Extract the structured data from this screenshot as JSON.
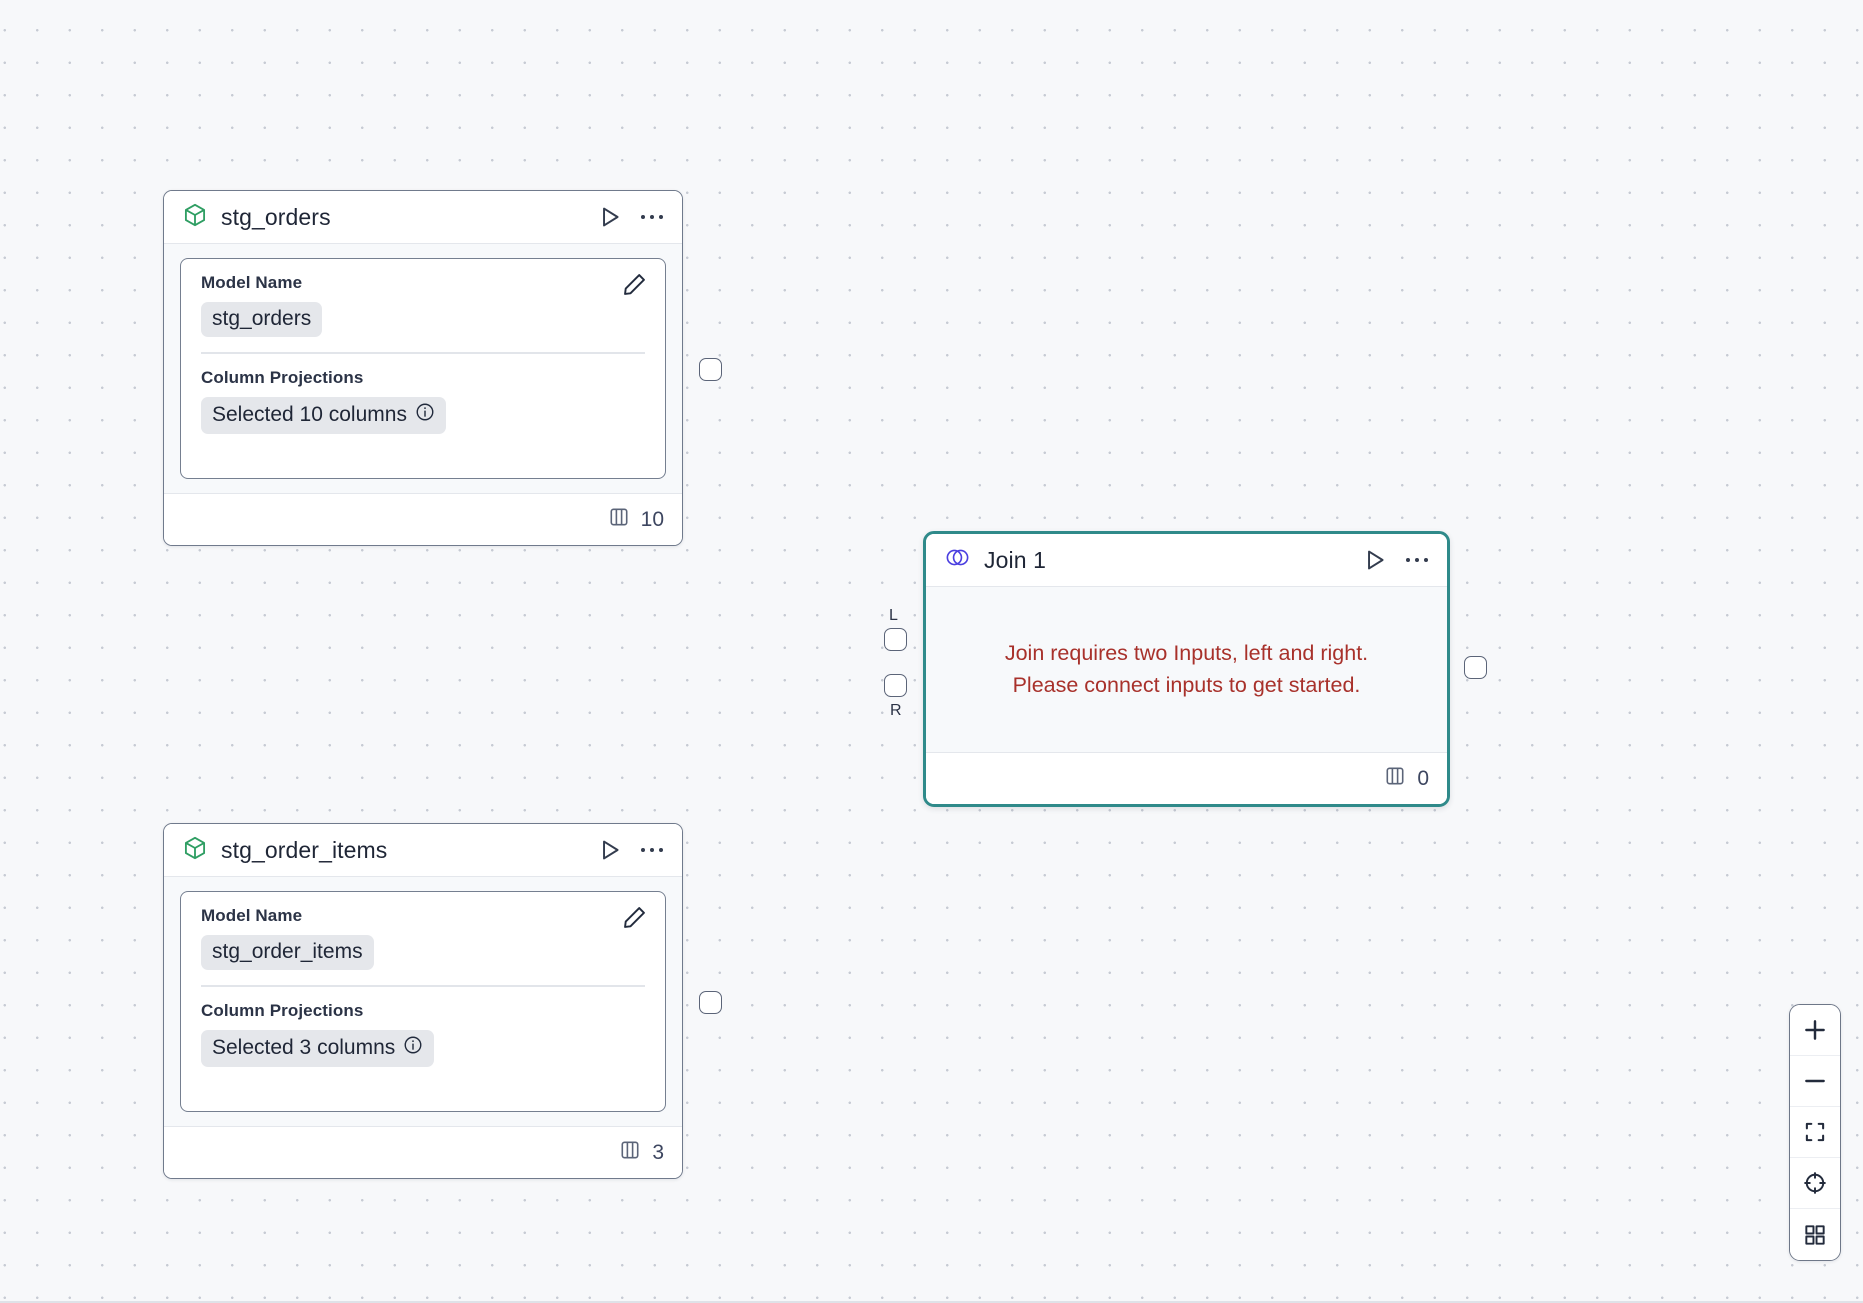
{
  "canvas": {
    "background_color": "#f7f8fa",
    "grid": "dot-grid"
  },
  "nodes": [
    {
      "id": "stg-orders",
      "icon": "cube-icon",
      "icon_color": "#2f9e63",
      "title": "stg_orders",
      "run_label": "Run",
      "more_label": "More options",
      "fields": [
        {
          "label": "Model Name",
          "value": "stg_orders",
          "has_info": false
        },
        {
          "label": "Column Projections",
          "value": "Selected 10 columns",
          "has_info": true
        }
      ],
      "footer": {
        "icon": "columns-icon",
        "count": "10"
      },
      "ports": {
        "outputs": [
          "out"
        ]
      }
    },
    {
      "id": "join-1",
      "icon": "venn-join-icon",
      "icon_color": "#4b3fe0",
      "title": "Join 1",
      "selected": true,
      "border_color": "#2f8a8a",
      "run_label": "Run",
      "more_label": "More options",
      "warning": {
        "color": "#a8312b",
        "lines": [
          "Join requires two Inputs, left and right.",
          "Please connect inputs to get started."
        ]
      },
      "footer": {
        "icon": "columns-icon",
        "count": "0"
      },
      "ports": {
        "inputs": [
          {
            "label": "L"
          },
          {
            "label": "R"
          }
        ],
        "outputs": [
          "out"
        ]
      }
    },
    {
      "id": "stg-order-items",
      "icon": "cube-icon",
      "icon_color": "#2f9e63",
      "title": "stg_order_items",
      "fields": [
        {
          "label": "Model Name",
          "value": "stg_order_items",
          "has_info": false
        },
        {
          "label": "Column Projections",
          "value": "Selected 3 columns",
          "has_info": true
        }
      ],
      "footer": {
        "icon": "columns-icon",
        "count": "3"
      },
      "ports": {
        "outputs": [
          "out"
        ]
      }
    }
  ],
  "controls": [
    {
      "name": "zoom-in-button",
      "icon": "plus-icon"
    },
    {
      "name": "zoom-out-button",
      "icon": "minus-icon"
    },
    {
      "name": "fit-view-button",
      "icon": "fit-screen-icon"
    },
    {
      "name": "recenter-button",
      "icon": "crosshair-icon"
    },
    {
      "name": "toggle-grid-button",
      "icon": "grid-icon"
    }
  ]
}
